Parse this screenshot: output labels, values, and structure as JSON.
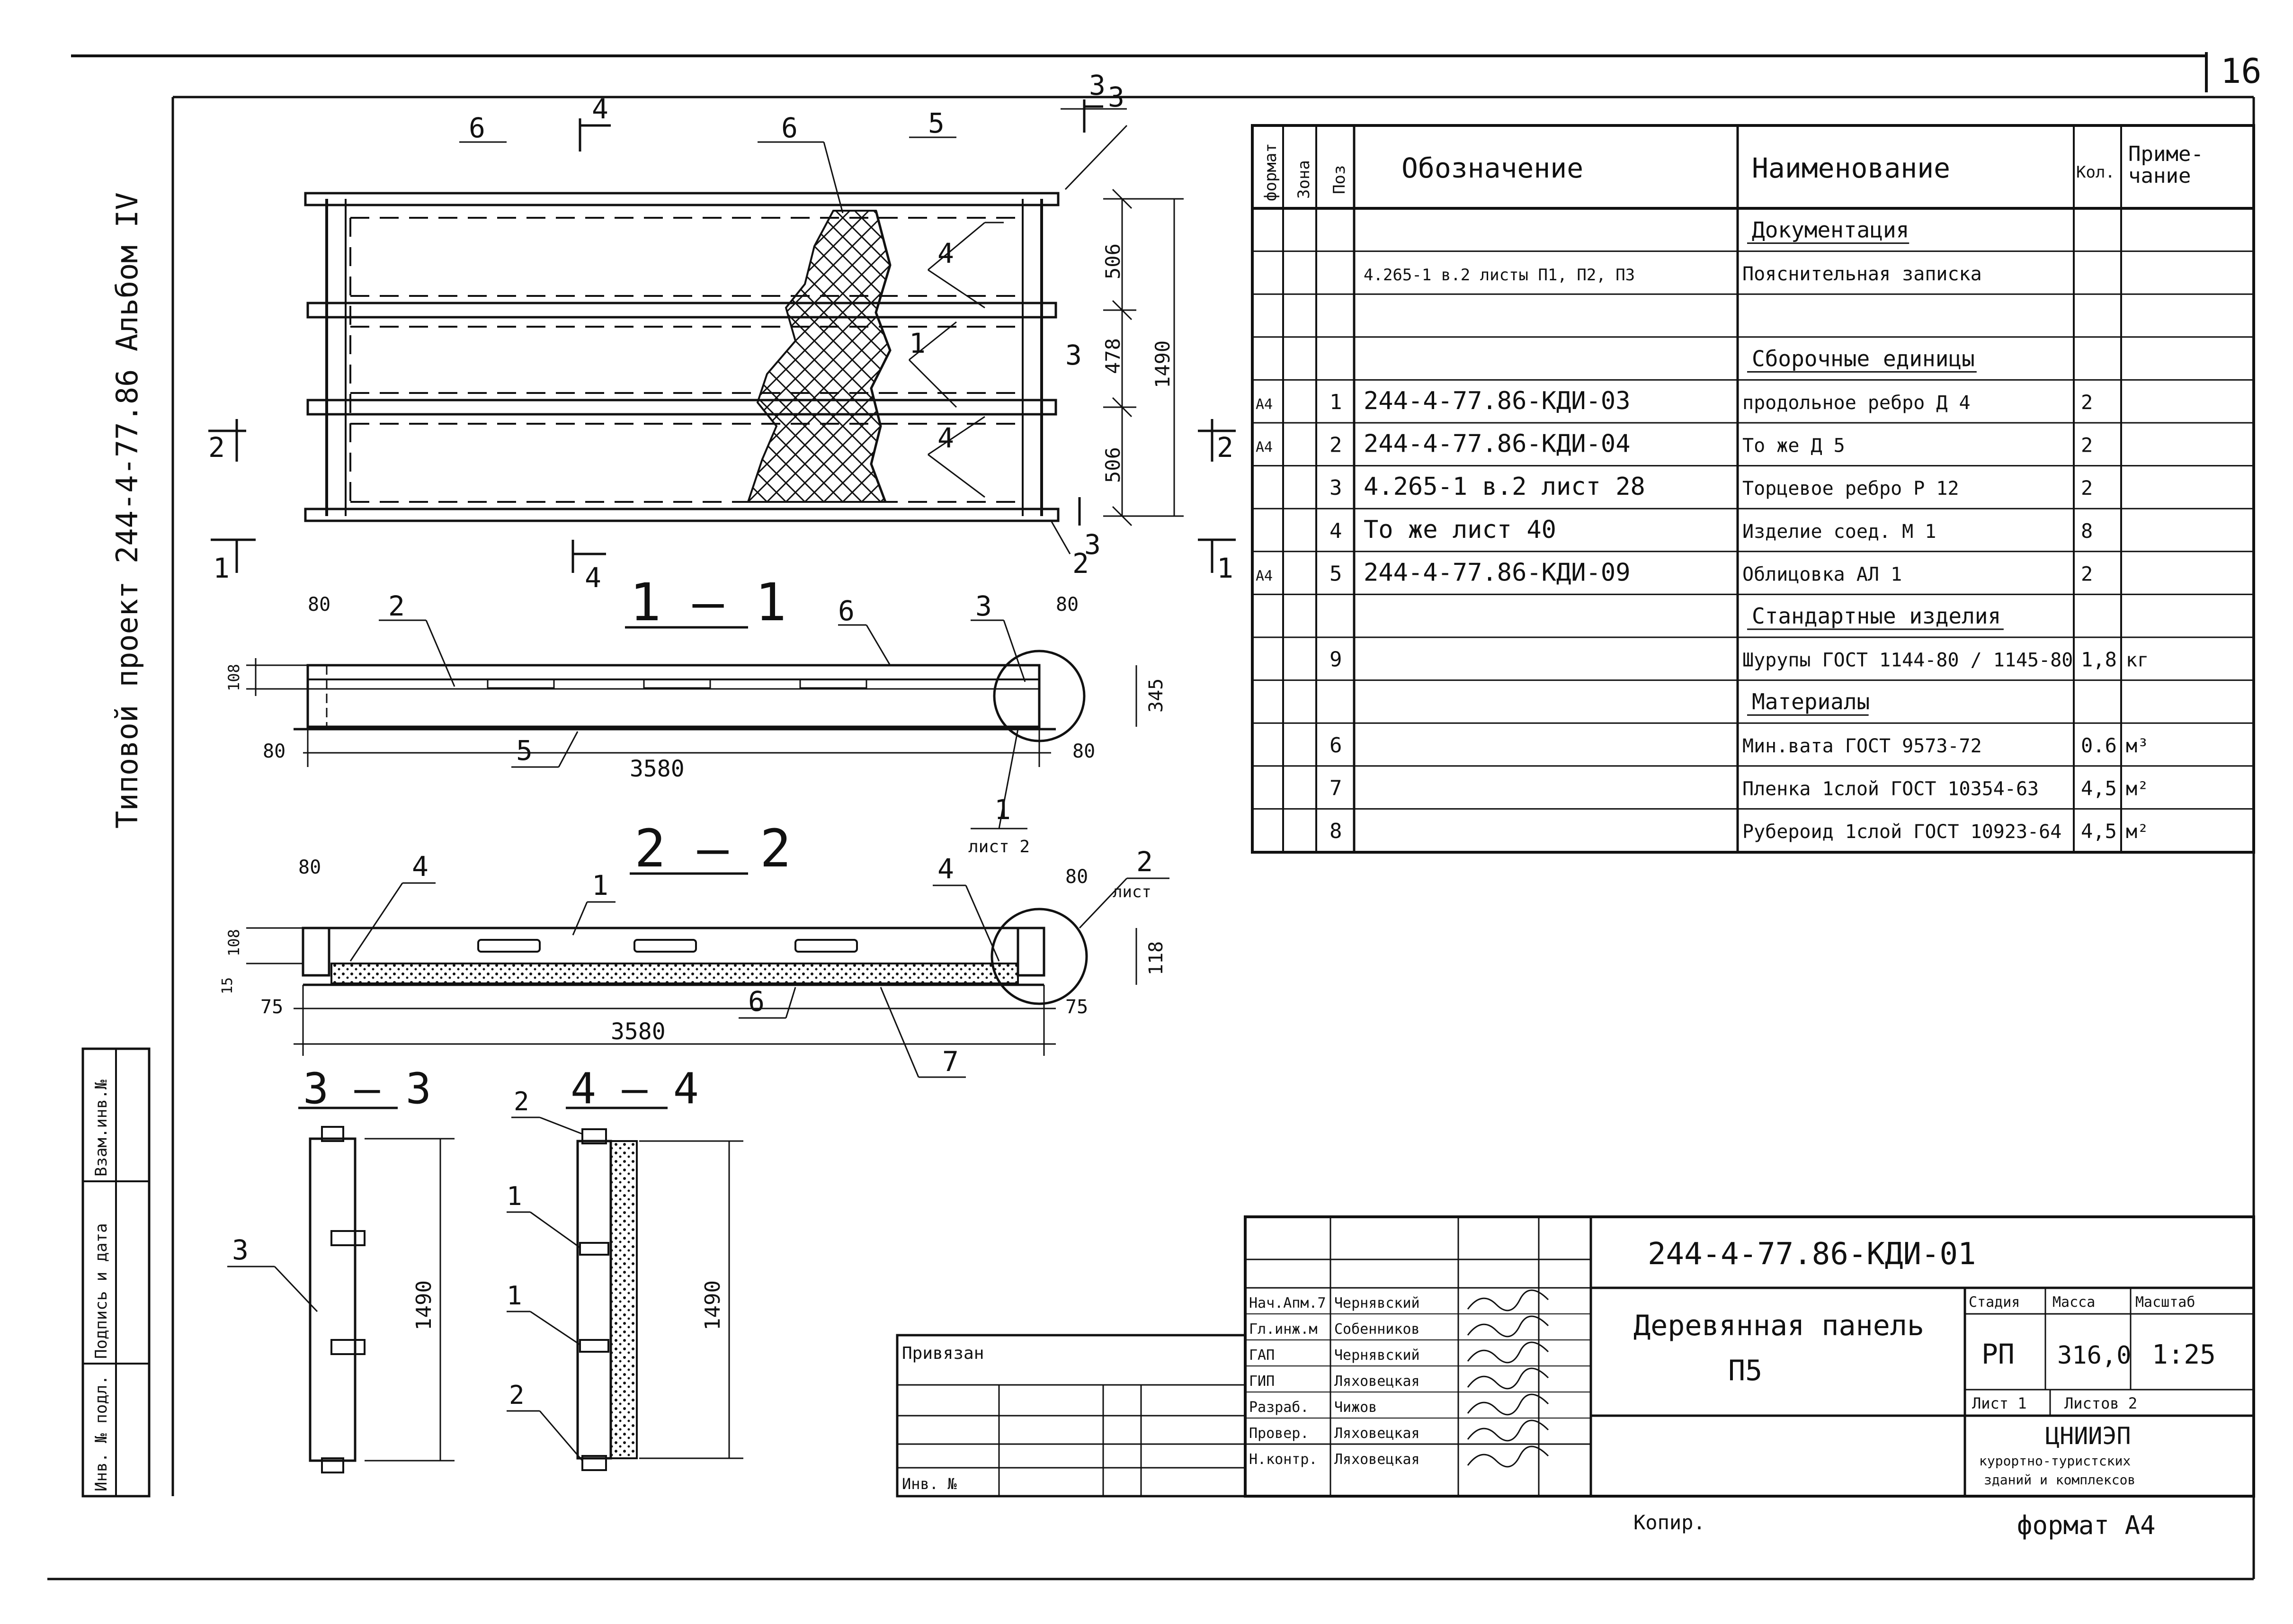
{
  "sheet": {
    "page_number": "16",
    "side_title": "Типовой проект 244-4-77.86   Альбом IV",
    "format": "формат А4",
    "copied_label": "Копир."
  },
  "left_stamp": [
    "Инв. № подл.",
    "Подпись и дата",
    "Взам.инв.№"
  ],
  "views": {
    "plan": {
      "dims": [
        "506",
        "478",
        "1490",
        "506"
      ],
      "callouts": [
        "6",
        "6",
        "5",
        "4",
        "1",
        "4",
        "3",
        "3",
        "2"
      ],
      "cuts": [
        "1",
        "1",
        "2",
        "2",
        "4",
        "4",
        "3",
        "3"
      ]
    },
    "section_1_1": {
      "title": "1 — 1",
      "dims": [
        "80",
        "108",
        "80",
        "3580",
        "80",
        "80",
        "345"
      ],
      "callouts": [
        "2",
        "6",
        "3",
        "5",
        "1"
      ],
      "detail_ref": "лист 2"
    },
    "section_2_2": {
      "title": "2 — 2",
      "dims": [
        "80",
        "108",
        "15",
        "75",
        "3580",
        "75",
        "80",
        "118"
      ],
      "callouts": [
        "4",
        "1",
        "4",
        "2",
        "6",
        "7"
      ],
      "detail_ref": "лист"
    },
    "section_3_3": {
      "title": "3 — 3",
      "dim": "1490",
      "callout": "3"
    },
    "section_4_4": {
      "title": "4 — 4",
      "dim": "1490",
      "callouts": [
        "2",
        "1",
        "1",
        "2"
      ]
    }
  },
  "spec_table": {
    "headers": [
      "формат",
      "Зона",
      "Поз",
      "Обозначение",
      "Наименование",
      "Кол.",
      "Приме-\nчание"
    ],
    "rows": [
      {
        "fmt": "",
        "zone": "",
        "pos": "",
        "code": "",
        "name": "Документация",
        "qty": "",
        "note": "",
        "kind": "section"
      },
      {
        "fmt": "",
        "zone": "",
        "pos": "",
        "code": "4.265-1 в.2 листы П1, П2, П3",
        "name": "Пояснительная записка",
        "qty": "",
        "note": "",
        "kind": "row"
      },
      {
        "fmt": "",
        "zone": "",
        "pos": "",
        "code": "",
        "name": "",
        "qty": "",
        "note": "",
        "kind": "blank"
      },
      {
        "fmt": "",
        "zone": "",
        "pos": "",
        "code": "",
        "name": "Сборочные единицы",
        "qty": "",
        "note": "",
        "kind": "section"
      },
      {
        "fmt": "А4",
        "zone": "",
        "pos": "1",
        "code": "244-4-77.86-КДИ-03",
        "name": "продольное ребро   Д 4",
        "qty": "2",
        "note": "",
        "kind": "row"
      },
      {
        "fmt": "А4",
        "zone": "",
        "pos": "2",
        "code": "244-4-77.86-КДИ-04",
        "name": "То же           Д 5",
        "qty": "2",
        "note": "",
        "kind": "row"
      },
      {
        "fmt": "",
        "zone": "",
        "pos": "3",
        "code": "4.265-1 в.2  лист 28",
        "name": "Торцевое ребро   Р 12",
        "qty": "2",
        "note": "",
        "kind": "row"
      },
      {
        "fmt": "",
        "zone": "",
        "pos": "4",
        "code": "То же  лист 40",
        "name": "Изделие соед.    М 1",
        "qty": "8",
        "note": "",
        "kind": "row"
      },
      {
        "fmt": "А4",
        "zone": "",
        "pos": "5",
        "code": "244-4-77.86-КДИ-09",
        "name": "Облицовка      АЛ 1",
        "qty": "2",
        "note": "",
        "kind": "row"
      },
      {
        "fmt": "",
        "zone": "",
        "pos": "",
        "code": "",
        "name": "Стандартные изделия",
        "qty": "",
        "note": "",
        "kind": "section"
      },
      {
        "fmt": "",
        "zone": "",
        "pos": "9",
        "code": "",
        "name": "Шурупы ГОСТ 1144-80 / 1145-80",
        "qty": "1,8",
        "note": "кг",
        "kind": "row"
      },
      {
        "fmt": "",
        "zone": "",
        "pos": "",
        "code": "",
        "name": "Материалы",
        "qty": "",
        "note": "",
        "kind": "section"
      },
      {
        "fmt": "",
        "zone": "",
        "pos": "6",
        "code": "",
        "name": "Мин.вата ГОСТ 9573-72",
        "qty": "0.6",
        "note": "м³",
        "kind": "row"
      },
      {
        "fmt": "",
        "zone": "",
        "pos": "7",
        "code": "",
        "name": "Пленка 1слой ГОСТ 10354-63",
        "qty": "4,5",
        "note": "м²",
        "kind": "row"
      },
      {
        "fmt": "",
        "zone": "",
        "pos": "8",
        "code": "",
        "name": "Рубероид 1слой ГОСТ 10923-64",
        "qty": "4,5",
        "note": "м²",
        "kind": "row"
      }
    ]
  },
  "title_block": {
    "doc_code": "244-4-77.86-КДИ-01",
    "title_line1": "Деревянная панель",
    "title_line2": "П5",
    "stage_label": "Стадия",
    "mass_label": "Масса",
    "scale_label": "Масштаб",
    "stage": "РП",
    "mass": "316,0",
    "scale": "1:25",
    "sheet_label": "Лист 1",
    "sheets_label": "Листов 2",
    "org_line1": "ЦНИИЭП",
    "org_line2": "курортно-туристских",
    "org_line3": "зданий и комплексов",
    "bound_label": "Привязан",
    "inv_label": "Инв. №",
    "roles": [
      {
        "role": "Нач.Апм.7",
        "name": "Чернявский"
      },
      {
        "role": "Гл.инж.м",
        "name": "Собенников"
      },
      {
        "role": "ГАП",
        "name": "Чернявский"
      },
      {
        "role": "ГИП",
        "name": "Ляховецкая"
      },
      {
        "role": "Разраб.",
        "name": "Чижов"
      },
      {
        "role": "Провер.",
        "name": "Ляховецкая"
      },
      {
        "role": "Н.контр.",
        "name": "Ляховецкая"
      }
    ]
  }
}
